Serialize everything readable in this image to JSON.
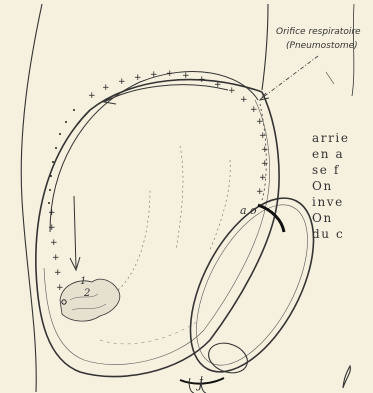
{
  "figure": {
    "labels": {
      "orifice": "Orifice respiratoire",
      "pneumostome": "(Pneumostome)",
      "anus_mark": "a",
      "orifice_mark": "o",
      "head_mark": "1",
      "neck_mark": "2",
      "tentacle_mark": "J"
    }
  },
  "text_fragments": [
    "arrie",
    "en a",
    "se f",
    "On",
    "inve",
    "On",
    "du c"
  ]
}
